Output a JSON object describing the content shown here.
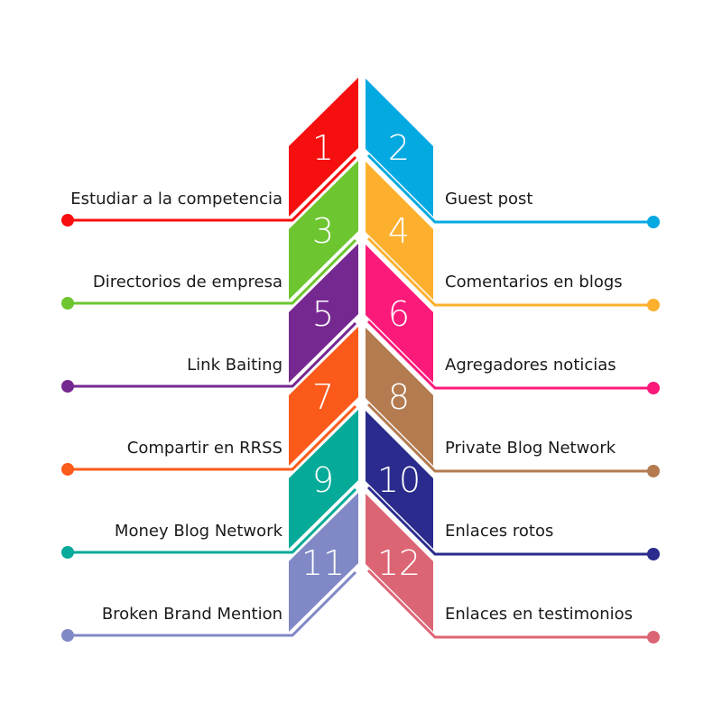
{
  "diagram": {
    "left_items": [
      {
        "number": "1",
        "label": "Estudiar a la competencia",
        "color": "#f50f0f"
      },
      {
        "number": "3",
        "label": "Directorios de empresa",
        "color": "#6dc530"
      },
      {
        "number": "5",
        "label": "Link Baiting",
        "color": "#762891"
      },
      {
        "number": "7",
        "label": "Compartir en RRSS",
        "color": "#fb5a1b"
      },
      {
        "number": "9",
        "label": "Money Blog Network",
        "color": "#05aa98"
      },
      {
        "number": "11",
        "label": "Broken Brand Mention",
        "color": "#8088c6"
      }
    ],
    "right_items": [
      {
        "number": "2",
        "label": "Guest post",
        "color": "#05a9e1"
      },
      {
        "number": "4",
        "label": "Comentarios en blogs",
        "color": "#fdb02e"
      },
      {
        "number": "6",
        "label": "Agregadores noticias",
        "color": "#fb1a79"
      },
      {
        "number": "8",
        "label": "Private Blog Network",
        "color": "#b37b4f"
      },
      {
        "number": "10",
        "label": "Enlaces rotos",
        "color": "#2a2b8c"
      },
      {
        "number": "12",
        "label": "Enlaces en testimonios",
        "color": "#dc6574"
      }
    ]
  }
}
